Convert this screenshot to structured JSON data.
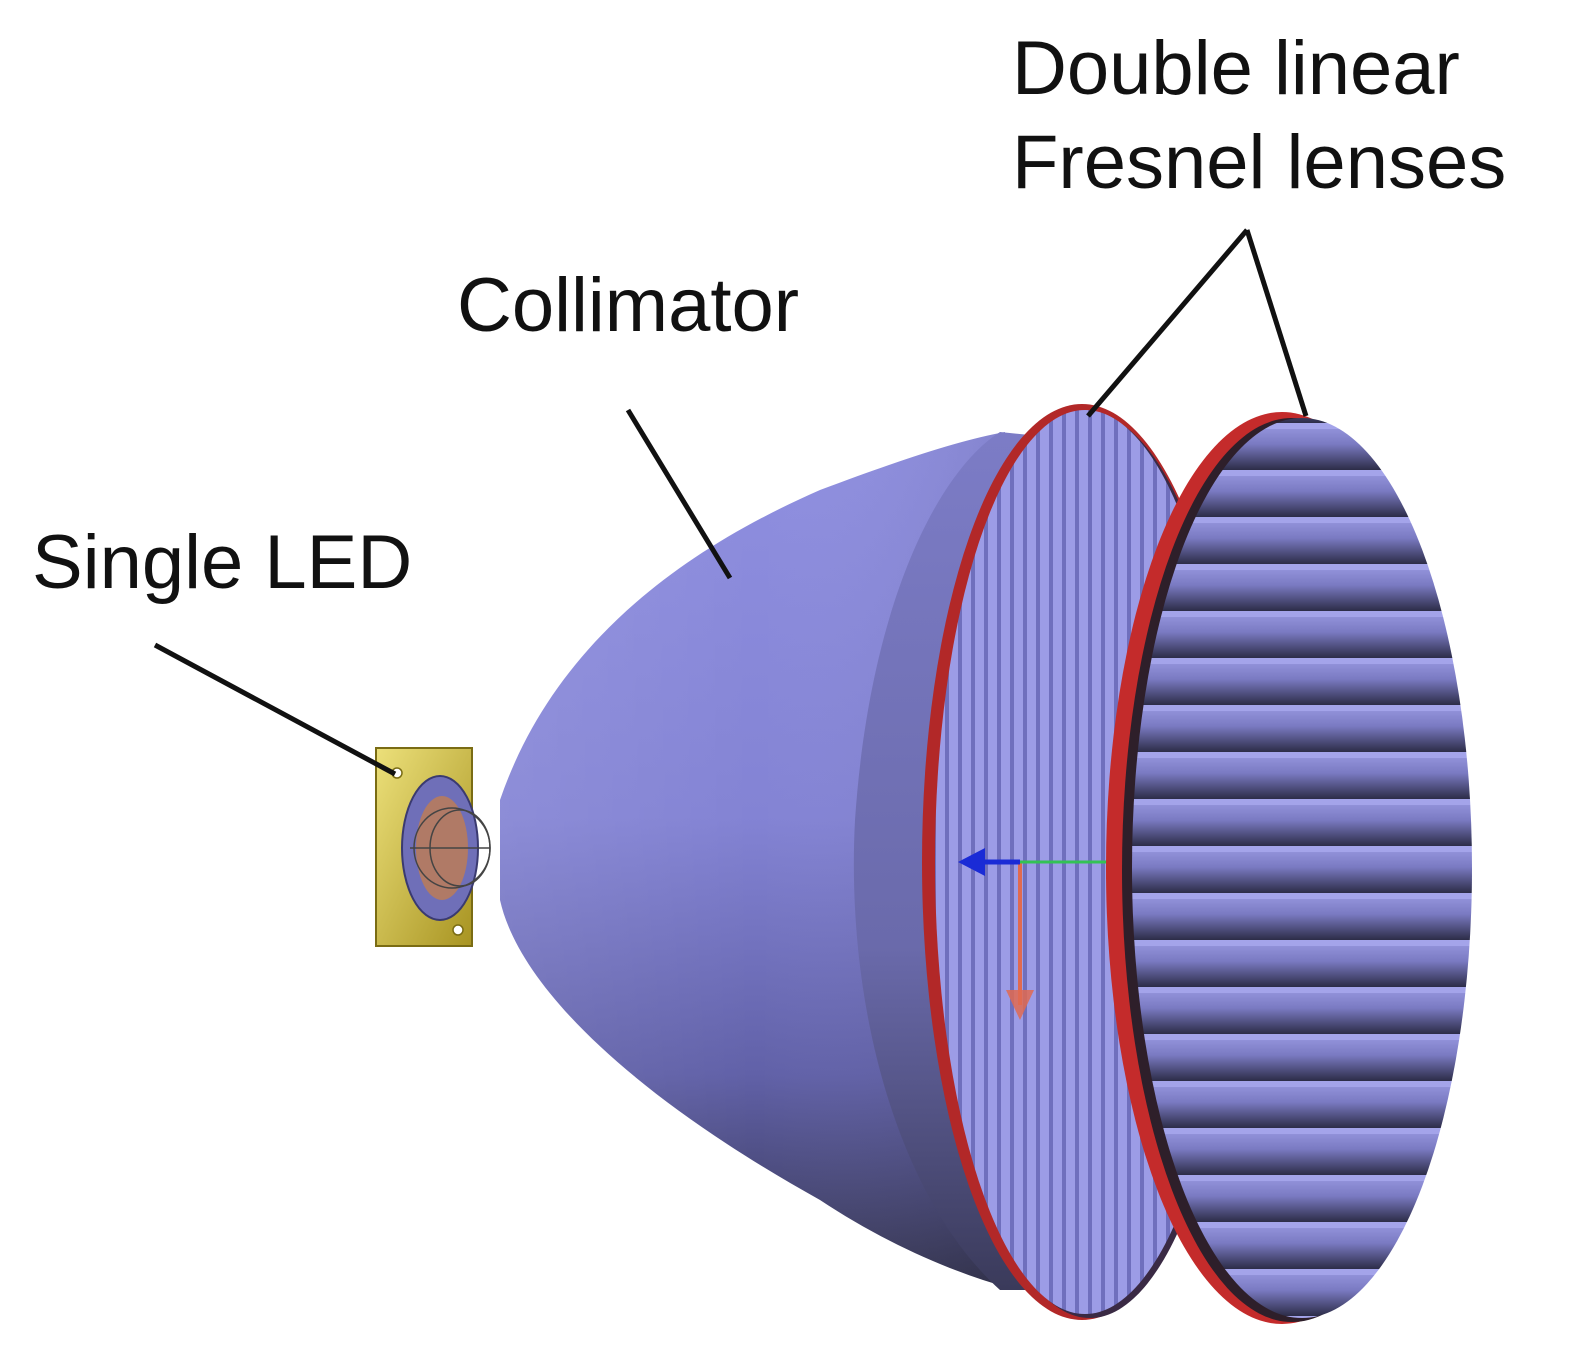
{
  "labels": {
    "single_led": "Single LED",
    "collimator": "Collimator",
    "fresnel_line1": "Double linear",
    "fresnel_line2": "Fresnel lenses"
  },
  "colors": {
    "background": "#ffffff",
    "collimator_blue": "#8585d6",
    "collimator_dark": "#3d3d66",
    "lens_rim_red": "#c42b2b",
    "led_frame_yellow": "#d8c83a",
    "leader_line": "#111111",
    "axis_blue": "#1a2bd6",
    "axis_green": "#33c255",
    "axis_red": "#e06a50"
  },
  "icons": {
    "coordinate_triad": "xyz-axes-icon"
  }
}
